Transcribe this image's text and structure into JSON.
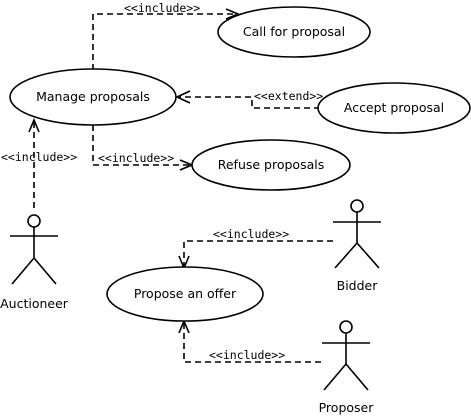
{
  "use_cases": {
    "manage": "Manage proposals",
    "call": "Call for proposal",
    "accept": "Accept proposal",
    "refuse": "Refuse proposals",
    "propose": "Propose an offer"
  },
  "actors": {
    "auctioneer": "Auctioneer",
    "bidder": "Bidder",
    "proposer": "Proposer"
  },
  "relations": {
    "manage_call": "<<include>>",
    "accept_manage": "<<extend>>",
    "manage_refuse": "<<include>>",
    "auctioneer_manage": "<<include>>",
    "bidder_propose": "<<include>>",
    "proposer_propose": "<<include>>"
  }
}
